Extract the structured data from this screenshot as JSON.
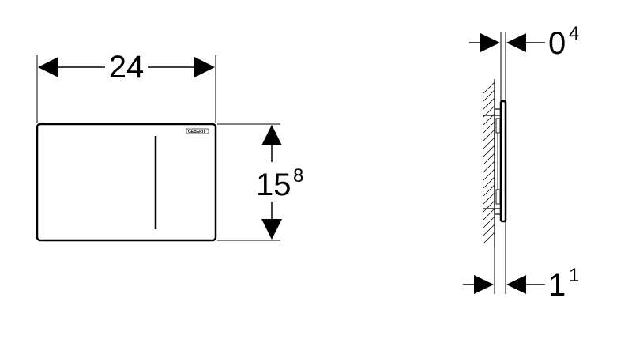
{
  "front_view": {
    "width_label": "24",
    "height_label_main": "15",
    "height_label_sup": "8",
    "logo_text": "GEBERIT"
  },
  "side_view": {
    "depth_top_main": "0",
    "depth_top_sup": "4",
    "depth_bottom_main": "1",
    "depth_bottom_sup": "1"
  }
}
